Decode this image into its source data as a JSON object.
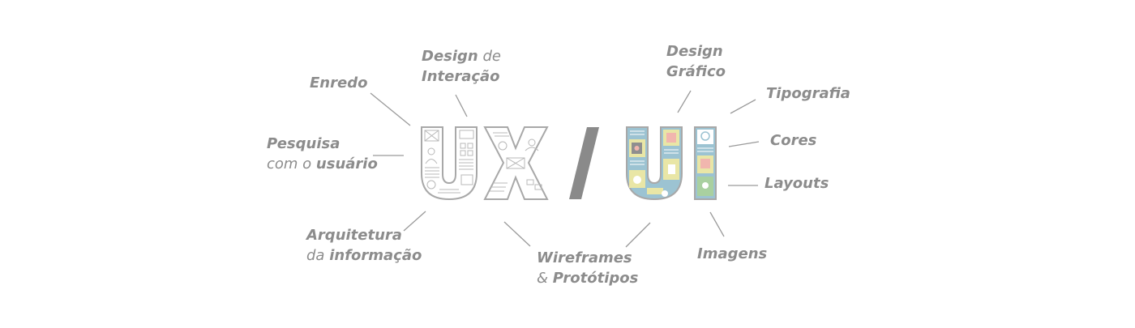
{
  "labels": {
    "enredo": "Enredo",
    "design_interacao_1": "Design",
    "design_interacao_2": "de",
    "design_interacao_3": "Interação",
    "pesquisa_1": "Pesquisa",
    "pesquisa_2": "com o",
    "pesquisa_3": "usuário",
    "arquitetura_1": "Arquitetura",
    "arquitetura_2": "da",
    "arquitetura_3": "informação",
    "wireframes_1": "Wireframes",
    "wireframes_2": "&",
    "wireframes_3": "Protótipos",
    "design_grafico_1": "Design",
    "design_grafico_2": "Gráfico",
    "tipografia": "Tipografia",
    "cores": "Cores",
    "layouts": "Layouts",
    "imagens": "Imagens"
  },
  "letters": {
    "u1": "U",
    "x": "X",
    "slash": "/",
    "u2": "U",
    "i": "I"
  },
  "colors": {
    "text": "#8c8c8c",
    "line": "#9a9a9a",
    "ux_outline": "#a8a8a8",
    "slash": "#8a8a8a",
    "ui_blue": "#9cc3d2",
    "ui_yellow": "#e9e6a6",
    "ui_pink": "#f1b6ae",
    "ui_green": "#a9d0a0"
  }
}
